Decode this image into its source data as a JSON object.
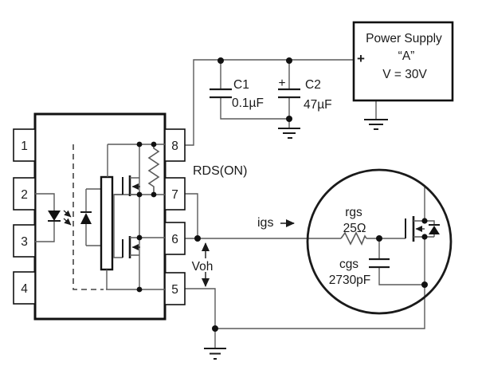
{
  "power_supply": {
    "polarity": "+",
    "name": "Power Supply",
    "designator": "“A”",
    "voltage": "V = 30V"
  },
  "capacitors": {
    "c1": {
      "name": "C1",
      "value": "0.1µF"
    },
    "c2": {
      "name": "C2",
      "value": "47µF",
      "polarity": "+"
    }
  },
  "ic": {
    "pin_numbers": [
      "1",
      "2",
      "3",
      "4",
      "5",
      "6",
      "7",
      "8"
    ]
  },
  "annotations": {
    "rds_on": "RDS(ON)",
    "igs": "igs",
    "voh": "Voh"
  },
  "dut": {
    "rgs": {
      "name": "rgs",
      "value": "25Ω"
    },
    "cgs": {
      "name": "cgs",
      "value": "2730pF"
    }
  },
  "colors": {
    "background": "#ffffff",
    "wire": "#5a5a5a",
    "ink": "#1a1a1a"
  }
}
